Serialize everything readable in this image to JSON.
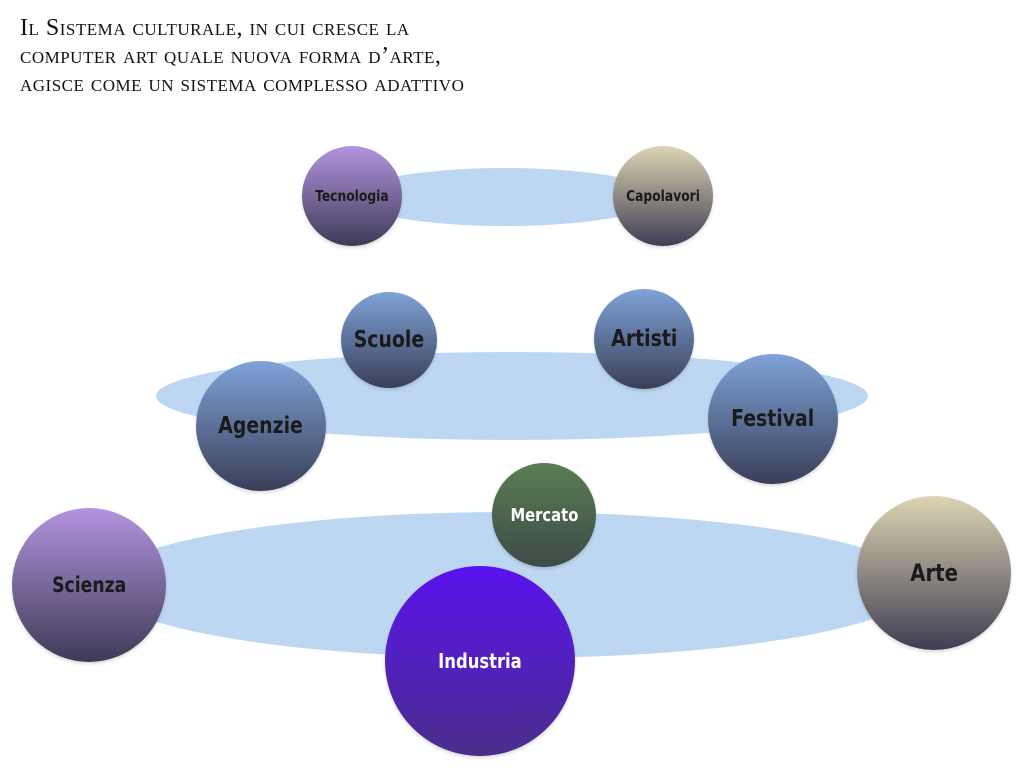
{
  "title": {
    "line1": "Il Sistema culturale, in cui cresce la",
    "line2": "computer art quale nuova forma d’arte,",
    "line3": "agisce come un sistema complesso adattivo"
  },
  "nodes": {
    "tecnologia": "Tecnologia",
    "capolavori": "Capolavori",
    "scuole": "Scuole",
    "artisti": "Artisti",
    "agenzie": "Agenzie",
    "festival": "Festival",
    "mercato": "Mercato",
    "scienza": "Scienza",
    "arte": "Arte",
    "industria": "Industria"
  },
  "colors": {
    "ring": "#bdd7f3",
    "purple": "#b394e0",
    "beige": "#ddd5b4",
    "blue": "#7fa3d8",
    "green": "#5a7e52",
    "violet": "#5a12ee"
  }
}
